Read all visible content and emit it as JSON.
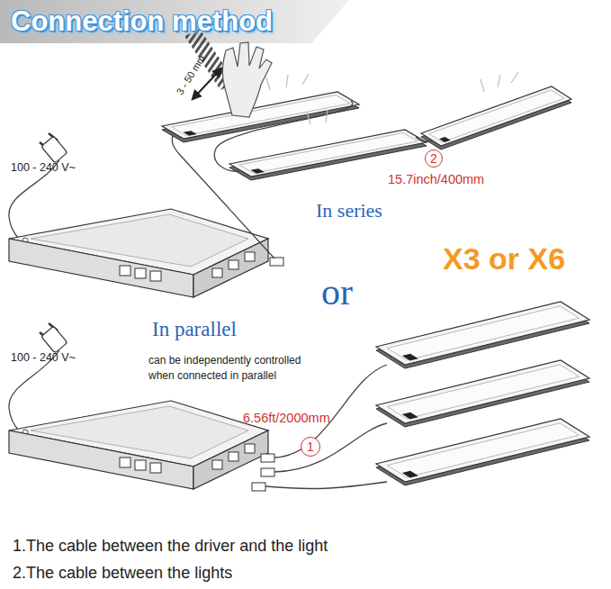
{
  "diagram": {
    "title": "Connection method",
    "nodes": [
      {
        "text": [
          "2"
        ]
      },
      {
        "text": [
          "1"
        ]
      }
    ],
    "labels": [
      "3 - 50 mm",
      "100 - 240 V~",
      "15.7inch/400mm",
      "In series",
      "X3 or X6",
      "or",
      "In parallel",
      "100 - 240 V~",
      "can be independently controlled when connected in parallel",
      "6.56ft/2000mm",
      "1.The cable between the driver and the light",
      "2.The cable between the lights"
    ]
  }
}
